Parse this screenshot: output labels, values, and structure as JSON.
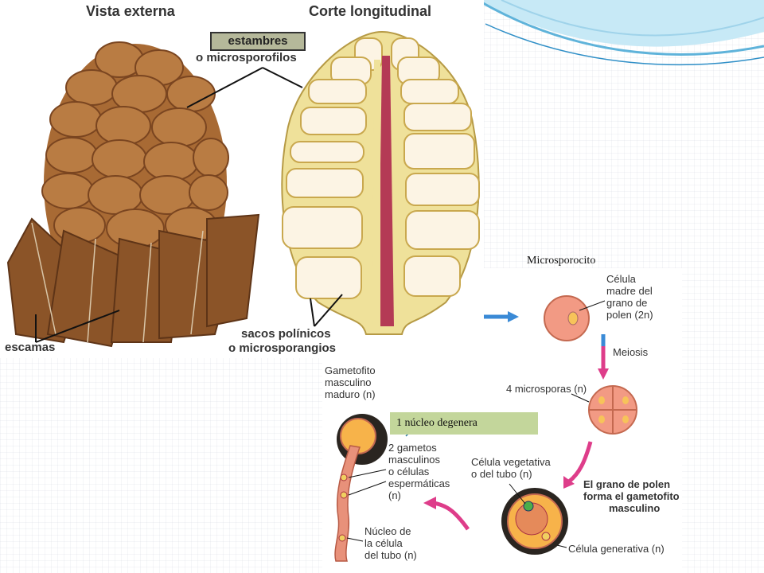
{
  "cone": {
    "external_view_title": "Vista externa",
    "section_title": "Corte longitudinal",
    "stamens_label": "estambres",
    "microsporophylls_label": "o microsporofilos",
    "scales_label": "escamas",
    "pollen_sacs_label": "sacos polínicos",
    "microsporangia_label": "o microsporangios"
  },
  "cycle": {
    "microsporocyte_label": "Microsporocito",
    "mother_cell_lines": [
      "Célula",
      "madre del",
      "grano de",
      "polen (2n)"
    ],
    "meiosis_label": "Meiosis",
    "microspores_label": "4 microsporas (n)",
    "gametophyte_lines": [
      "El grano de polen",
      "forma el gametofito",
      "masculino"
    ],
    "vegetative_cell_lines": [
      "Célula vegetativa",
      "o del tubo (n)"
    ],
    "generative_cell_label": "Célula generativa (n)",
    "mature_gametophyte_lines": [
      "Gametofito",
      "masculino",
      "maduro (n)"
    ],
    "degenerate_nucleus_label": "1 núcleo degenera",
    "gametes_lines": [
      "2 gametos",
      "masculinos",
      "o células",
      "espermáticas",
      "(n)"
    ],
    "tube_nucleus_lines": [
      "Núcleo de",
      "la célula",
      "del tubo (n)"
    ]
  },
  "colors": {
    "cone_brown": "#a86a34",
    "cone_dark": "#7a4520",
    "section_yellow": "#efe19a",
    "sac_fill": "#fcf4e4",
    "axis_red": "#b43a55",
    "arrow_blue": "#3a8ad6",
    "arrow_pink": "#de3d8a",
    "label_box_green": "#c3d69b",
    "label_box_gray": "#b5b89a"
  }
}
